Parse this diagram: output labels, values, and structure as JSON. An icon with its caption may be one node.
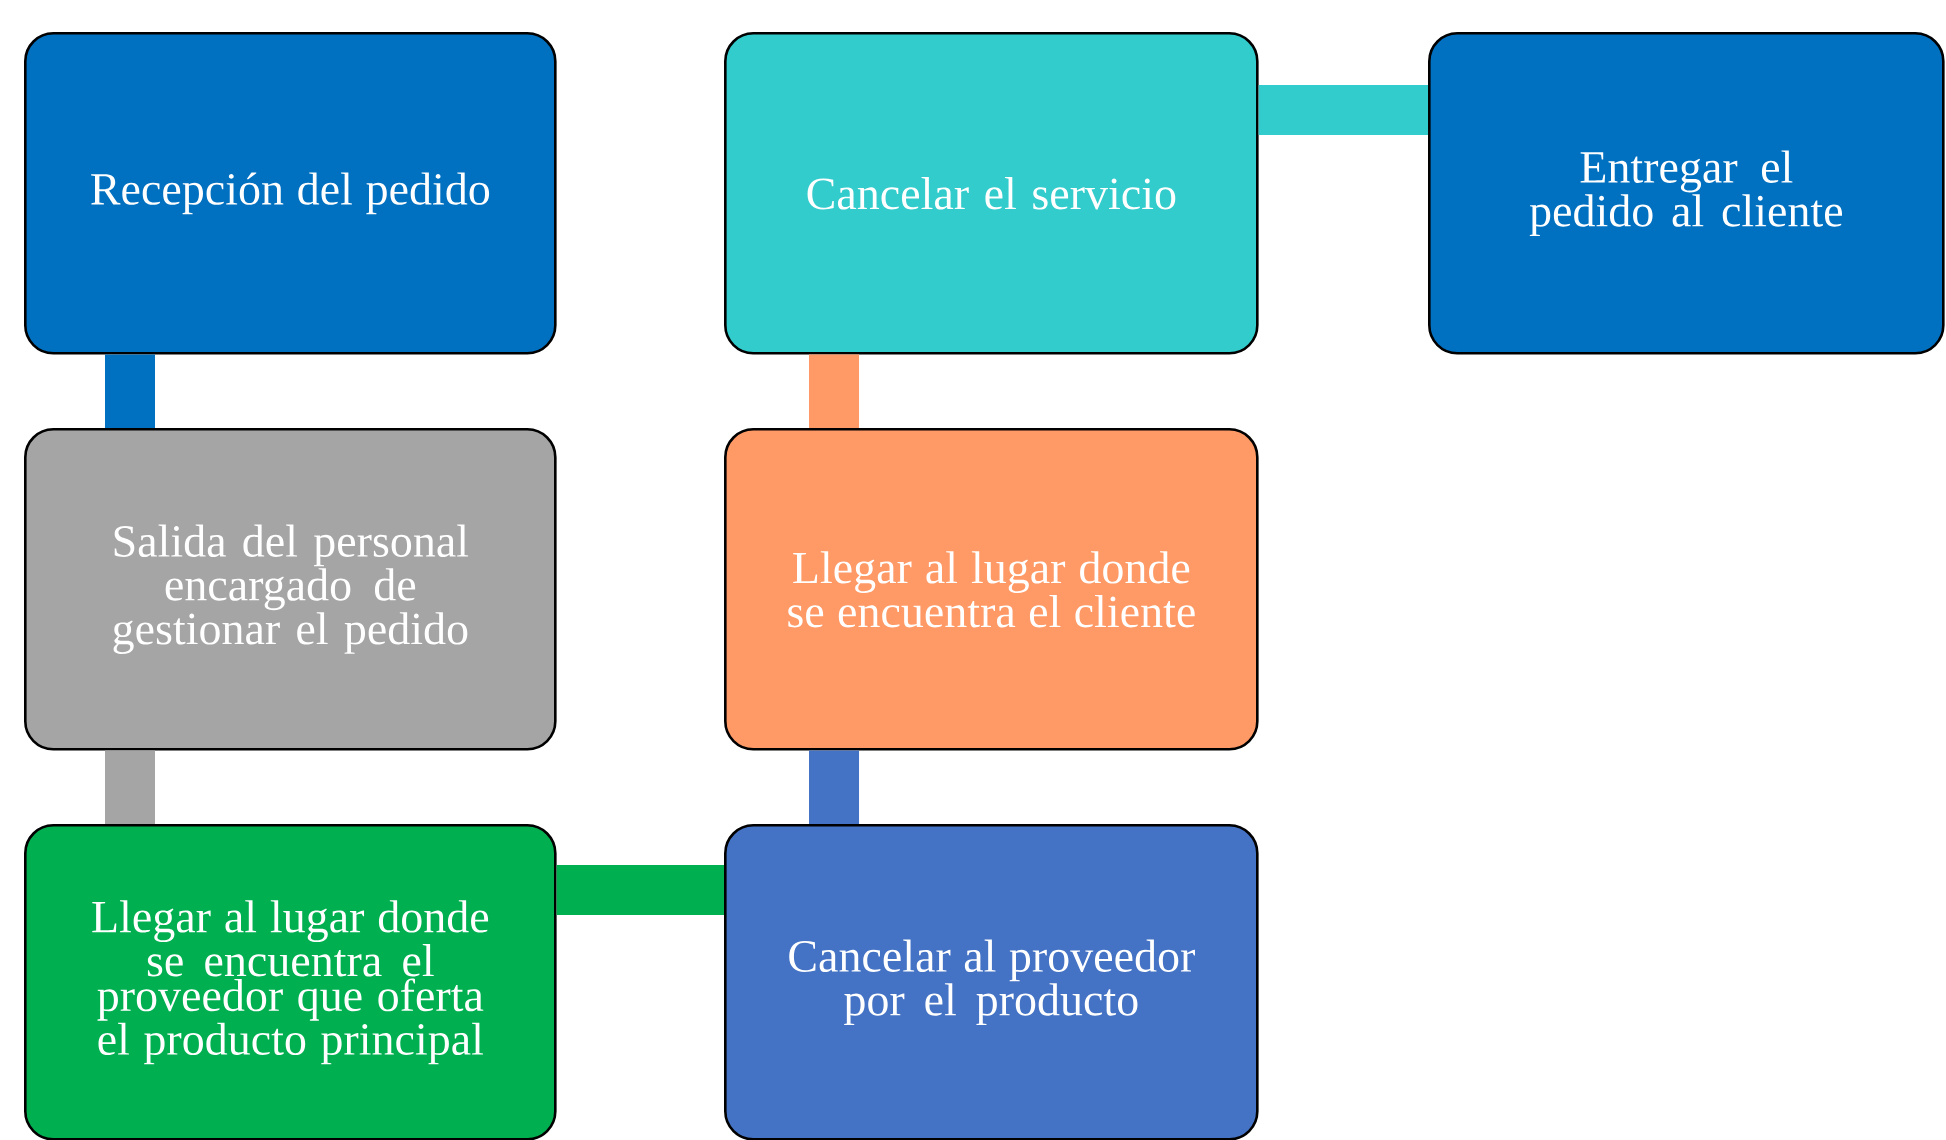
{
  "diagram": {
    "nodes": [
      {
        "text": [
          "Recepción del pedido"
        ]
      },
      {
        "text": [
          "Salida del personal encargado de gestionar el pedido"
        ]
      },
      {
        "text": [
          "Llegar al lugar donde se encuentra el proveedor que oferta el producto principal"
        ]
      },
      {
        "text": [
          "Cancelar al proveedor por el producto"
        ]
      },
      {
        "text": [
          "Llegar al lugar donde se encuentra el cliente"
        ]
      },
      {
        "text": [
          "Cancelar el servicio"
        ]
      },
      {
        "text": [
          "Entregar el pedido al cliente"
        ]
      }
    ],
    "edges": [
      {
        "from": 0,
        "to": 1,
        "arrow": "none",
        "color": "#0070c0"
      },
      {
        "from": 1,
        "to": 2,
        "arrow": "none",
        "color": "#a5a5a5"
      },
      {
        "from": 2,
        "to": 3,
        "arrow": "none",
        "color": "#00b050"
      },
      {
        "from": 3,
        "to": 4,
        "arrow": "none",
        "color": "#4472c4"
      },
      {
        "from": 4,
        "to": 5,
        "arrow": "none",
        "color": "#ff9966"
      },
      {
        "from": 5,
        "to": 6,
        "arrow": "none",
        "color": "#33cccc"
      }
    ]
  }
}
